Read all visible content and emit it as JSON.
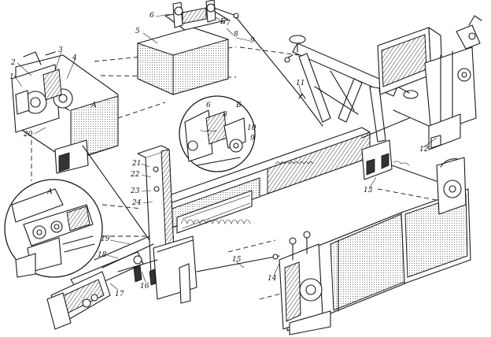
{
  "callouts": [
    "1",
    "2",
    "3",
    "4",
    "5",
    "6",
    "7",
    "8",
    "9",
    "10",
    "11",
    "12",
    "13",
    "14",
    "15",
    "16",
    "17",
    "18",
    "19",
    "20",
    "21",
    "22",
    "23",
    "24"
  ],
  "inset_letters": {
    "a_left": "А",
    "b_top": "Б",
    "b_circle": "Б",
    "a_circle": "А"
  },
  "circle_labels": [
    "6",
    "8",
    "10",
    "9"
  ]
}
